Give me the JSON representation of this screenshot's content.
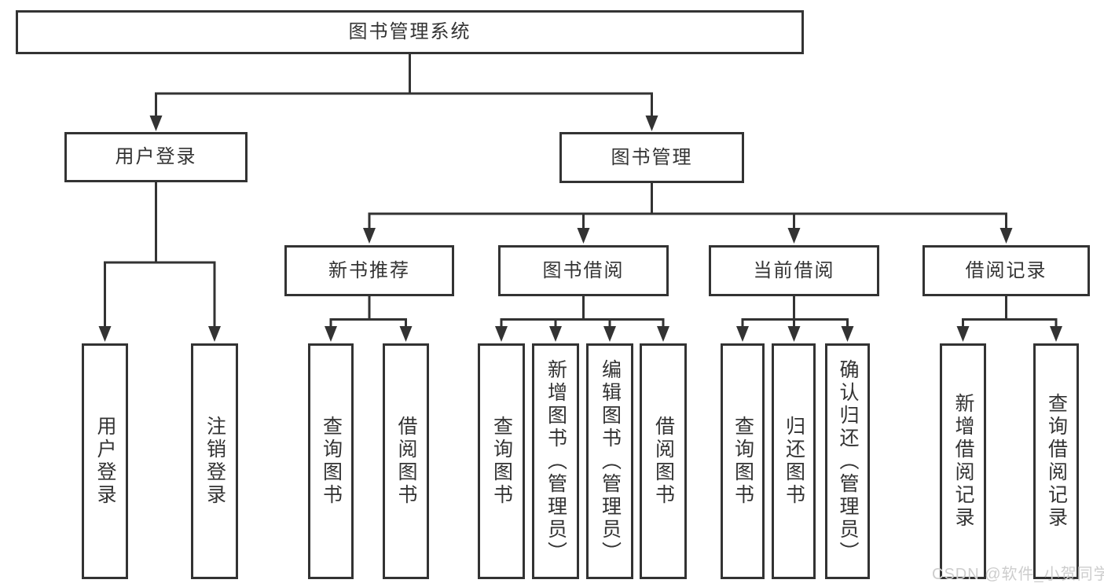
{
  "diagram": {
    "root": {
      "label": "图书管理系统",
      "children": [
        {
          "label": "用户登录",
          "children": [
            {
              "label": "用户登录"
            },
            {
              "label": "注销登录"
            }
          ]
        },
        {
          "label": "图书管理",
          "children": [
            {
              "label": "新书推荐",
              "children": [
                {
                  "label": "查询图书"
                },
                {
                  "label": "借阅图书"
                }
              ]
            },
            {
              "label": "图书借阅",
              "children": [
                {
                  "label": "查询图书"
                },
                {
                  "label": "新增图书（管理员）"
                },
                {
                  "label": "编辑图书（管理员）"
                },
                {
                  "label": "借阅图书"
                }
              ]
            },
            {
              "label": "当前借阅",
              "children": [
                {
                  "label": "查询图书"
                },
                {
                  "label": "归还图书"
                },
                {
                  "label": "确认归还（管理员）"
                }
              ]
            },
            {
              "label": "借阅记录",
              "children": [
                {
                  "label": "新增借阅记录"
                },
                {
                  "label": "查询借阅记录"
                }
              ]
            }
          ]
        }
      ]
    }
  },
  "watermark": {
    "text": "CSDN @软件_小贺同学"
  },
  "colors": {
    "line": "#333333",
    "box_border": "#333333",
    "text": "#333333",
    "watermark": "#cdcdcd",
    "background": "#ffffff"
  }
}
